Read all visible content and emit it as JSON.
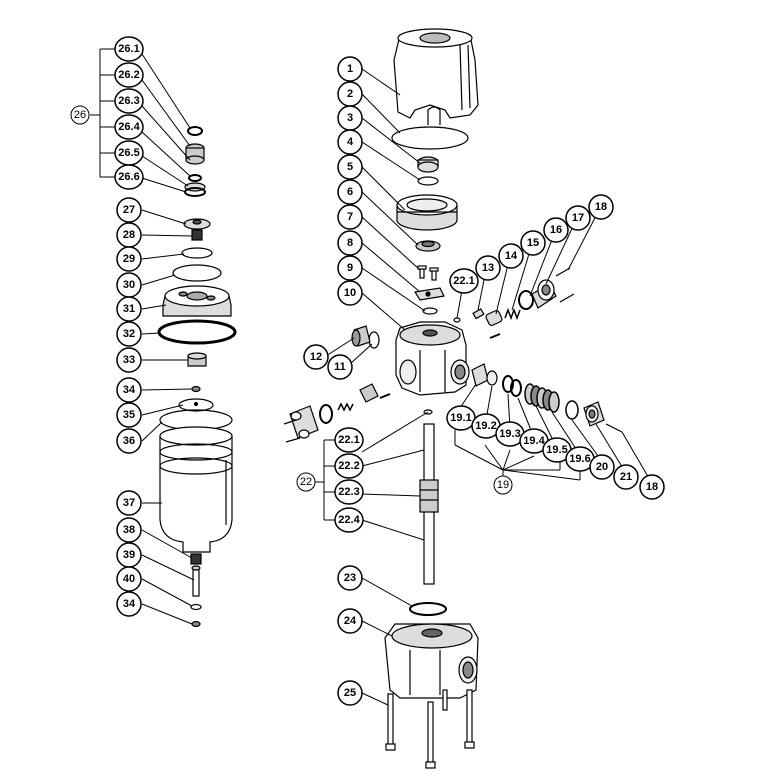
{
  "labels": {
    "p1": "1",
    "p2": "2",
    "p3": "3",
    "p4": "4",
    "p5": "5",
    "p6": "6",
    "p7": "7",
    "p8": "8",
    "p9": "9",
    "p10": "10",
    "p11": "11",
    "p12": "12",
    "p13": "13",
    "p14": "14",
    "p15": "15",
    "p16": "16",
    "p17": "17",
    "p18a": "18",
    "p18b": "18",
    "p19": "19",
    "p19_1": "19.1",
    "p19_2": "19.2",
    "p19_3": "19.3",
    "p19_4": "19.4",
    "p19_5": "19.5",
    "p19_6": "19.6",
    "p20": "20",
    "p21": "21",
    "p22": "22",
    "p22_1a": "22.1",
    "p22_1b": "22.1",
    "p22_2": "22.2",
    "p22_3": "22.3",
    "p22_4": "22.4",
    "p23": "23",
    "p24": "24",
    "p25": "25",
    "p26": "26",
    "p26_1": "26.1",
    "p26_2": "26.2",
    "p26_3": "26.3",
    "p26_4": "26.4",
    "p26_5": "26.5",
    "p26_6": "26.6",
    "p27": "27",
    "p28": "28",
    "p29": "29",
    "p30": "30",
    "p31": "31",
    "p32": "32",
    "p33": "33",
    "p34a": "34",
    "p34b": "34",
    "p35": "35",
    "p36": "36",
    "p37": "37",
    "p38": "38",
    "p39": "39",
    "p40": "40"
  },
  "colors": {
    "line": "#000000",
    "fill": "#ffffff",
    "shade": "#d8d8d8",
    "dark": "#555555"
  }
}
